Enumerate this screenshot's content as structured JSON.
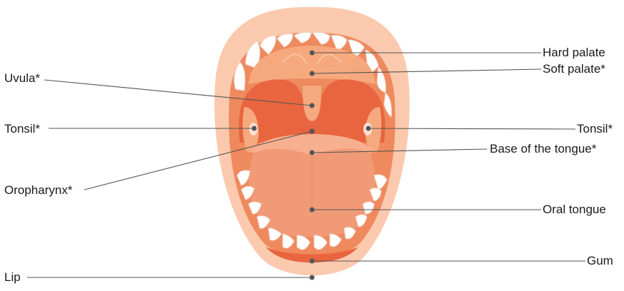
{
  "labels": {
    "hard_palate": "Hard palate",
    "soft_palate": "Soft palate*",
    "uvula": "Uvula*",
    "tonsil_left": "Tonsil*",
    "tonsil_right": "Tonsil*",
    "base_of_tongue": "Base of the tongue*",
    "oropharynx": "Oropharynx*",
    "oral_tongue": "Oral tongue",
    "gum": "Gum",
    "lip": "Lip"
  },
  "colors": {
    "lip": "#fbc9ae",
    "mouth_interior": "#ee8a5e",
    "throat": "#e8653f",
    "palate": "#f6a97f",
    "tongue": "#f19a78",
    "teeth": "#ffffff",
    "leader": "#555555"
  }
}
